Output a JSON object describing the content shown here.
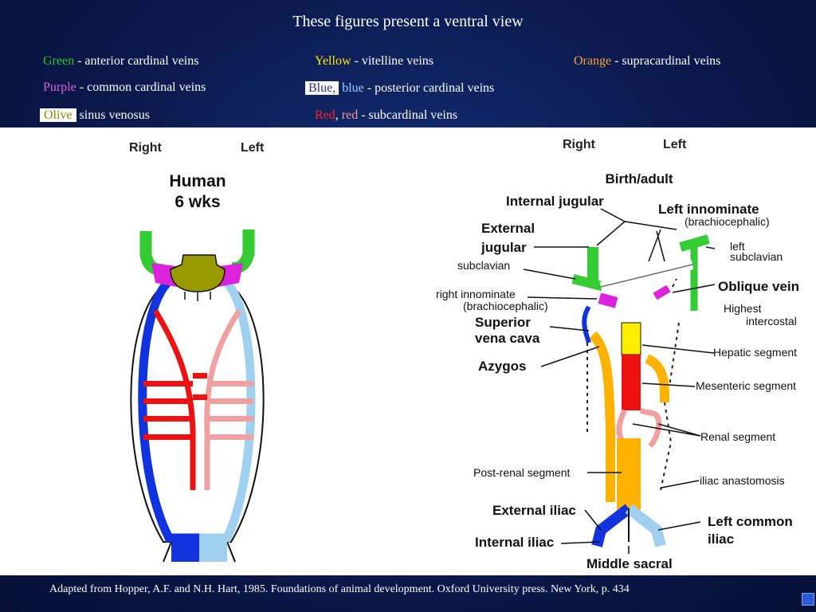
{
  "title": "These figures present a ventral view",
  "legend": {
    "green": {
      "name": "Green",
      "desc": " - anterior cardinal veins"
    },
    "yellow": {
      "name": "Yellow",
      "desc": " - vitelline veins"
    },
    "orange": {
      "name": "Orange",
      "desc": " - supracardinal veins"
    },
    "purple": {
      "name": "Purple",
      "desc": " - common cardinal veins"
    },
    "blue": {
      "name1": "Blue,",
      "name2": "blue",
      "desc": " - posterior cardinal veins"
    },
    "olive": {
      "name": "Olive",
      "desc": " sinus venosus"
    },
    "red": {
      "name1": "Red",
      "sep": ", ",
      "name2": "red",
      "desc": " - subcardinal veins"
    }
  },
  "left_panel": {
    "right_label": "Right",
    "left_label": "Left",
    "stage_line1": "Human",
    "stage_line2": "6 wks"
  },
  "right_panel": {
    "right_label": "Right",
    "left_label": "Left",
    "stage": "Birth/adult",
    "labels": {
      "internal_jugular": "Internal jugular",
      "left_innominate": "Left innominate",
      "brachiocephalic_left": "(brachiocephalic)",
      "external_jugular_1": "External",
      "external_jugular_2": "jugular",
      "left_subclavian_1": "left",
      "left_subclavian_2": "subclavian",
      "subclavian": "subclavian",
      "oblique_vein": "Oblique vein",
      "right_innominate": "right innominate",
      "brachiocephalic_right": "(brachiocephalic)",
      "highest_intercostal_1": "Highest",
      "highest_intercostal_2": "intercostal",
      "superior_vc_1": "Superior",
      "superior_vc_2": "vena cava",
      "hepatic_segment": "Hepatic segment",
      "azygos": "Azygos",
      "mesenteric_segment": "Mesenteric segment",
      "renal_segment": "Renal segment",
      "post_renal_segment": "Post-renal segment",
      "iliac_anastomosis": "iliac anastomosis",
      "external_iliac": "External iliac",
      "left_common_iliac_1": "Left common",
      "left_common_iliac_2": "iliac",
      "internal_iliac": "Internal iliac",
      "middle_sacral": "Middle sacral"
    }
  },
  "footer": "Adapted from Hopper, A.F. and N.H. Hart, 1985. Foundations of animal development. Oxford University press. New York, p. 434",
  "colors": {
    "green": "#33cc33",
    "purple": "#dd22dd",
    "olive": "#999900",
    "blue": "#1133dd",
    "light_blue": "#9fd0f0",
    "red": "#ee1111",
    "pink": "#f0a0a0",
    "yellow": "#ffee00",
    "orange": "#ffb300"
  }
}
